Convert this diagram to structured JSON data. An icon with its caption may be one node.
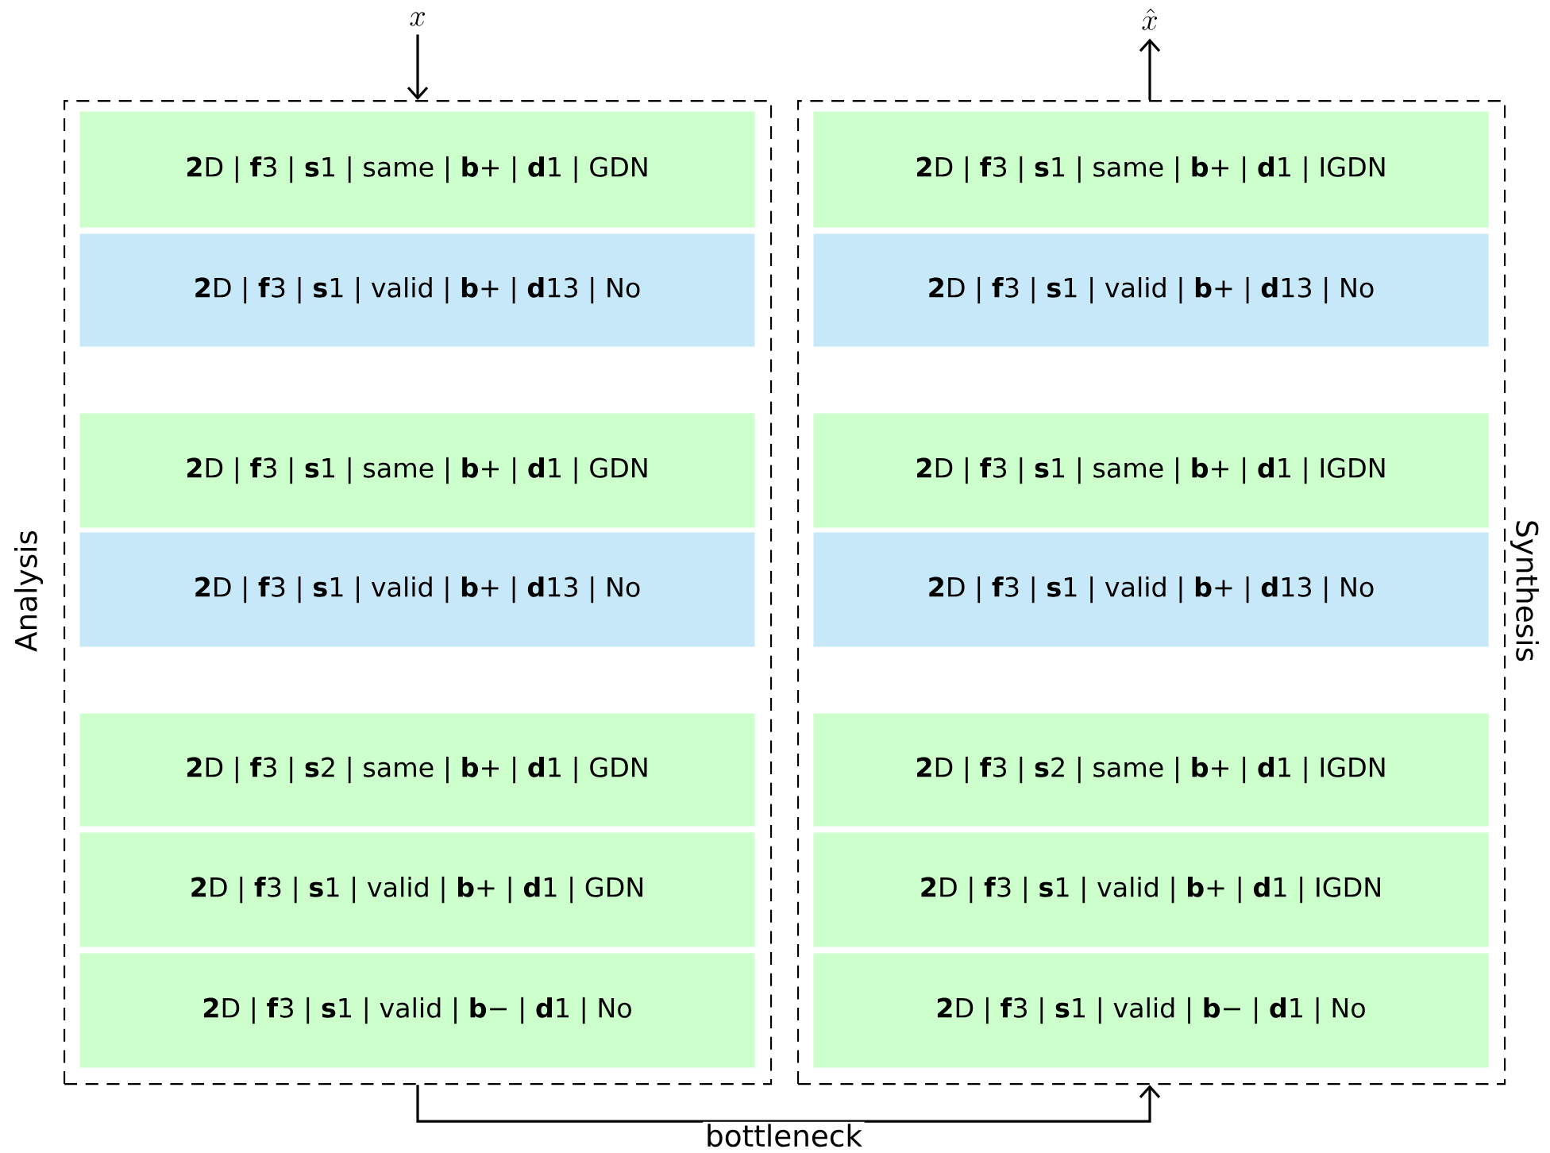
{
  "diagram": {
    "nodes": [
      {
        "text": [
          "x"
        ]
      },
      {
        "text": [
          "Analysis"
        ]
      },
      {
        "text": [
          "**2**D | **f**3 | **s**1 | same | **b**+ | **d**1 | GDN"
        ],
        "in": 1
      },
      {
        "text": [
          "**2**D | **f**3 | **s**1 | valid | **b**+ | **d**13 | No"
        ],
        "in": 1
      },
      {
        "text": [
          "**2**D | **f**3 | **s**1 | same | **b**+ | **d**1 | GDN"
        ],
        "in": 1
      },
      {
        "text": [
          "**2**D | **f**3 | **s**1 | valid | **b**+ | **d**13 | No"
        ],
        "in": 1
      },
      {
        "text": [
          "**2**D | **f**3 | **s**2 | same | **b**+ | **d**1 | GDN"
        ],
        "in": 1
      },
      {
        "text": [
          "**2**D | **f**3 | **s**1 | valid | **b**+ | **d**1 | GDN"
        ],
        "in": 1
      },
      {
        "text": [
          "**2**D | **f**3 | **s**1 | valid | **b**− | **d**1 | No"
        ],
        "in": 1
      },
      {
        "text": [
          "Synthesis"
        ]
      },
      {
        "text": [
          "**2**D | **f**3 | **s**1 | same | **b**+ | **d**1 | IGDN"
        ],
        "in": 9
      },
      {
        "text": [
          "**2**D | **f**3 | **s**1 | valid | **b**+ | **d**13 | No"
        ],
        "in": 9
      },
      {
        "text": [
          "**2**D | **f**3 | **s**1 | same | **b**+ | **d**1 | IGDN"
        ],
        "in": 9
      },
      {
        "text": [
          "**2**D | **f**3 | **s**1 | valid | **b**+ | **d**13 | No"
        ],
        "in": 9
      },
      {
        "text": [
          "**2**D | **f**3 | **s**2 | same | **b**+ | **d**1 | IGDN"
        ],
        "in": 9
      },
      {
        "text": [
          "**2**D | **f**3 | **s**1 | valid | **b**+ | **d**1 | IGDN"
        ],
        "in": 9
      },
      {
        "text": [
          "**2**D | **f**3 | **s**1 | valid | **b**− | **d**1 | No"
        ],
        "in": 9
      },
      {
        "text": [
          "\\hat{x}"
        ]
      }
    ],
    "edges": [
      {
        "from": 0,
        "to": 1,
        "arrow": "to"
      },
      {
        "from": 9,
        "to": 17,
        "arrow": "to"
      },
      {
        "from": 1,
        "to": 9,
        "arrow": "to",
        "label": "bottleneck"
      }
    ]
  }
}
